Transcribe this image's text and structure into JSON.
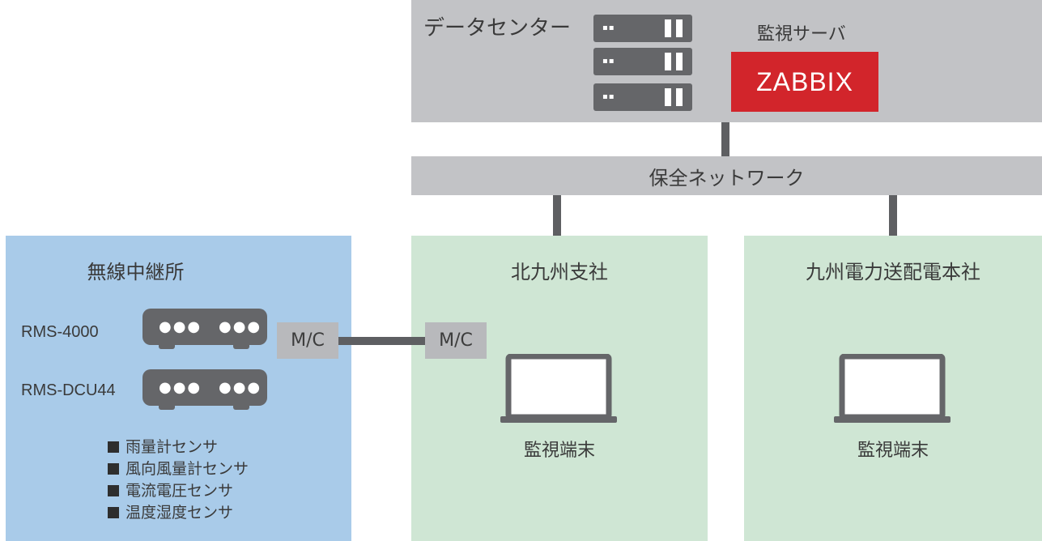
{
  "datacenter": {
    "title": "データセンター",
    "monitor_server_label": "監視サーバ",
    "zabbix_logo": "ZABBIX"
  },
  "network": {
    "label": "保全ネットワーク"
  },
  "relay_station": {
    "title": "無線中継所",
    "devices": [
      {
        "label": "RMS-4000"
      },
      {
        "label": "RMS-DCU44"
      }
    ],
    "mc_label": "M/C",
    "sensors": [
      "雨量計センサ",
      "風向風量計センサ",
      "電流電圧センサ",
      "温度湿度センサ"
    ]
  },
  "branch": {
    "title": "北九州支社",
    "mc_label": "M/C",
    "terminal_label": "監視端末"
  },
  "hq": {
    "title": "九州電力送配電本社",
    "terminal_label": "監視端末"
  },
  "colors": {
    "gray_panel": "#c2c3c6",
    "blue_panel": "#a9cbe9",
    "green_panel": "#cfe6d4",
    "zabbix_red": "#d2252b",
    "device_gray": "#656669"
  }
}
